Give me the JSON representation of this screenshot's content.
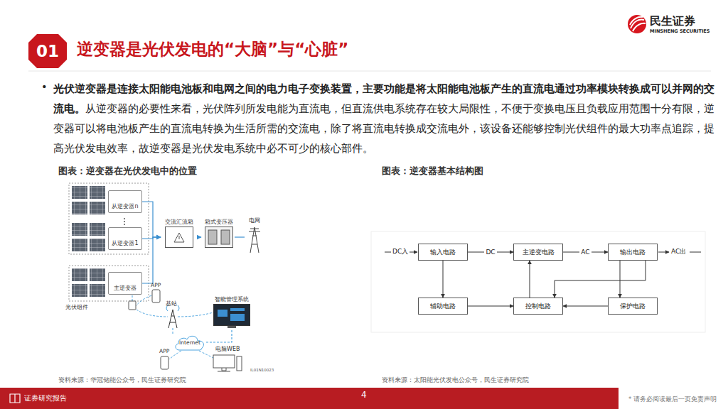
{
  "diagram": {
    "title": "逆变器是光伏发电的“大脑”与“心脏”",
    "nodes": [
      {
        "text": [
          "从逆变器n"
        ]
      },
      {
        "text": [
          "从逆变器1"
        ]
      },
      {
        "text": [
          "主逆变器"
        ]
      },
      {
        "text": [
          "交流汇流箱"
        ]
      },
      {
        "text": [
          "箱式变压器"
        ]
      },
      {
        "text": [
          "智能管理系统"
        ]
      },
      {
        "text": [
          "Internet"
        ]
      },
      {
        "text": [
          "输入电路"
        ]
      },
      {
        "text": [
          "主逆变电路"
        ]
      },
      {
        "text": [
          "输出电路"
        ]
      },
      {
        "text": [
          "辅助电路"
        ]
      },
      {
        "text": [
          "控制电路"
        ]
      },
      {
        "text": [
          "保护电路"
        ]
      }
    ],
    "edges": [
      {
        "from": 0,
        "to": 3,
        "arrow": "to"
      },
      {
        "from": 1,
        "to": 3,
        "arrow": "to"
      },
      {
        "from": 2,
        "to": 3,
        "arrow": "to"
      },
      {
        "from": 3,
        "to": 4,
        "arrow": "to"
      },
      {
        "from": 6,
        "to": 5,
        "arrow": "none"
      },
      {
        "from": 7,
        "to": 8,
        "label": "DC",
        "arrow": "to"
      },
      {
        "from": 8,
        "to": 9,
        "label": "AC",
        "arrow": "to"
      },
      {
        "from": 7,
        "to": 10,
        "arrow": "to"
      },
      {
        "from": 10,
        "to": 11,
        "arrow": "to"
      },
      {
        "from": 11,
        "to": 8,
        "arrow": "to"
      },
      {
        "from": 12,
        "to": 11,
        "arrow": "to"
      },
      {
        "from": 9,
        "to": 12,
        "arrow": "to"
      },
      {
        "from": 9,
        "to": 11,
        "arrow": "to"
      }
    ],
    "labels": [
      "01",
      "民生证券",
      "MINSHENG SECURITIES",
      "光伏逆变器是连接太阳能电池板和电网之间的电力电子变换装置，主要功能是将太阳能电池板产生的直流电通过功率模块转换成可以并网的交流电。",
      "从逆变器的必要性来看，光伏阵列所发电能为直流电，但直流供电系统存在较大局限性，不便于变换电压且负载应用范围十分有限，逆变器可以将电池板产生的直流电转换为生活所需的交流电，除了将直流电转换成交流电外，该设备还能够控制光伏组件的最大功率点追踪，提高光伏发电效率，故逆变器是光伏发电系统中必不可少的核心部件。",
      "图表：逆变器在光伏发电中的位置",
      "图表：逆变器基本结构图",
      "电网",
      "光伏组件",
      "APP",
      "基站",
      "APP",
      "电脑WEB",
      "IL01N10023",
      "DC入",
      "AC出",
      "资料来源：华冠储能公众号，民生证券研究院",
      "资料来源：太阳能光伏发电公众号，民生证券研究院",
      "证券研究报告",
      "4",
      "* 请务必阅读最后一页免责声明",
      "•"
    ]
  }
}
